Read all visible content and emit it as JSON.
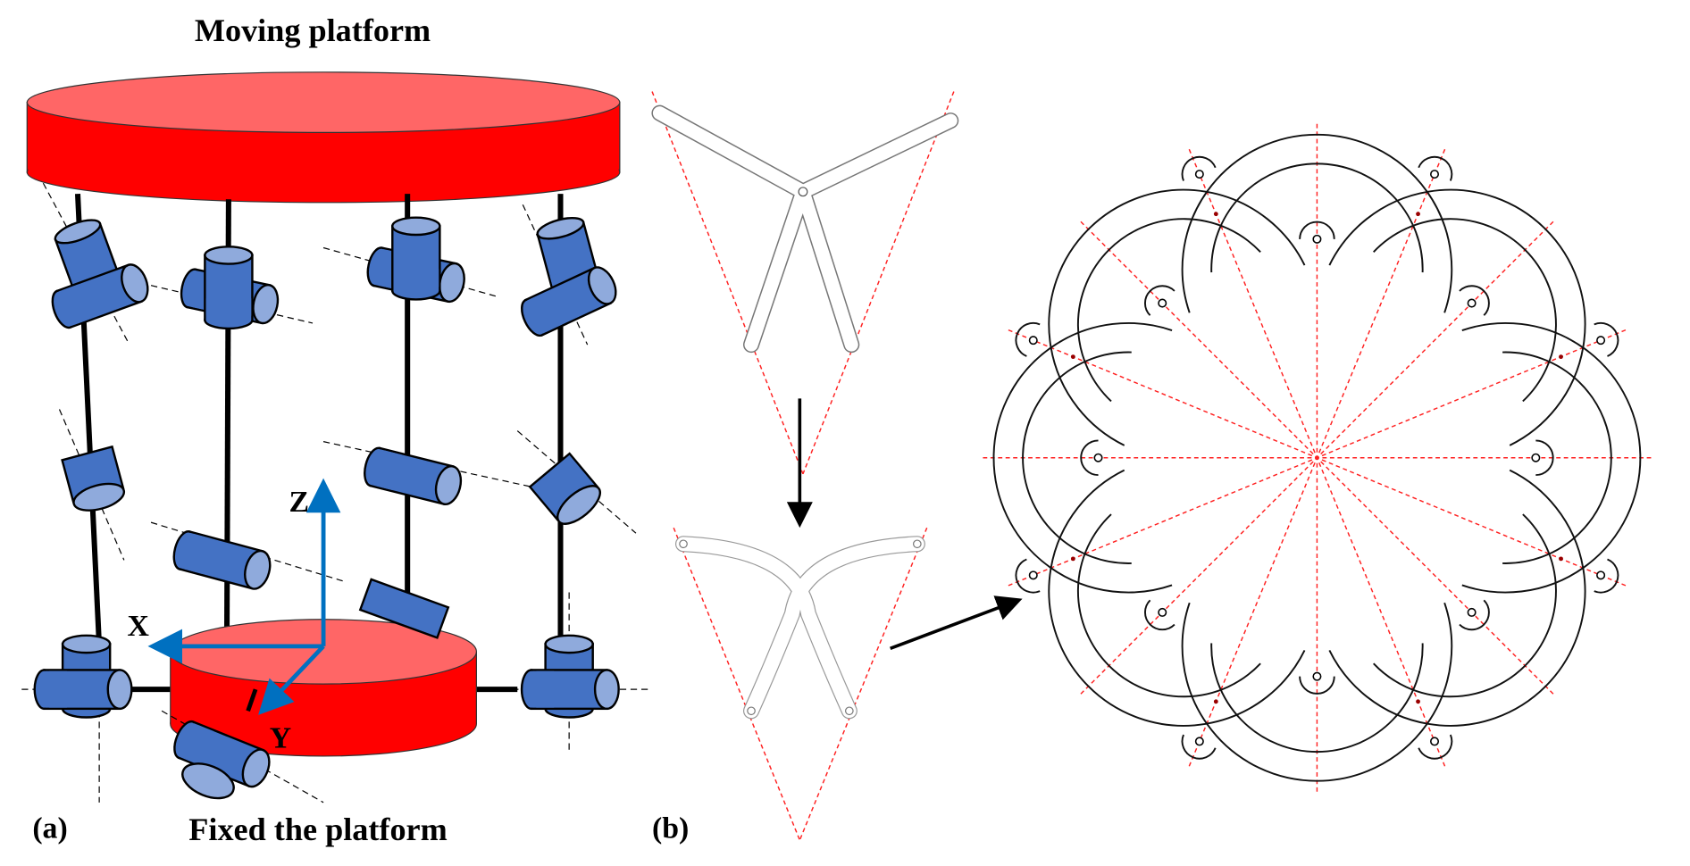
{
  "panel_a": {
    "label": "(a)",
    "top_title": "Moving platform",
    "bottom_title": "Fixed the platform",
    "axes": {
      "x": "X",
      "y": "Y",
      "z": "Z"
    },
    "colors": {
      "platform_side": "#ff0000",
      "platform_top": "#ff6666",
      "joint": "#4472c4",
      "joint_end": "#8faadc",
      "axis_arrow": "#0070c0"
    }
  },
  "panel_b": {
    "label": "(b)",
    "colors": {
      "construction_lines": "#ff2020",
      "linkage": "#777777"
    }
  }
}
